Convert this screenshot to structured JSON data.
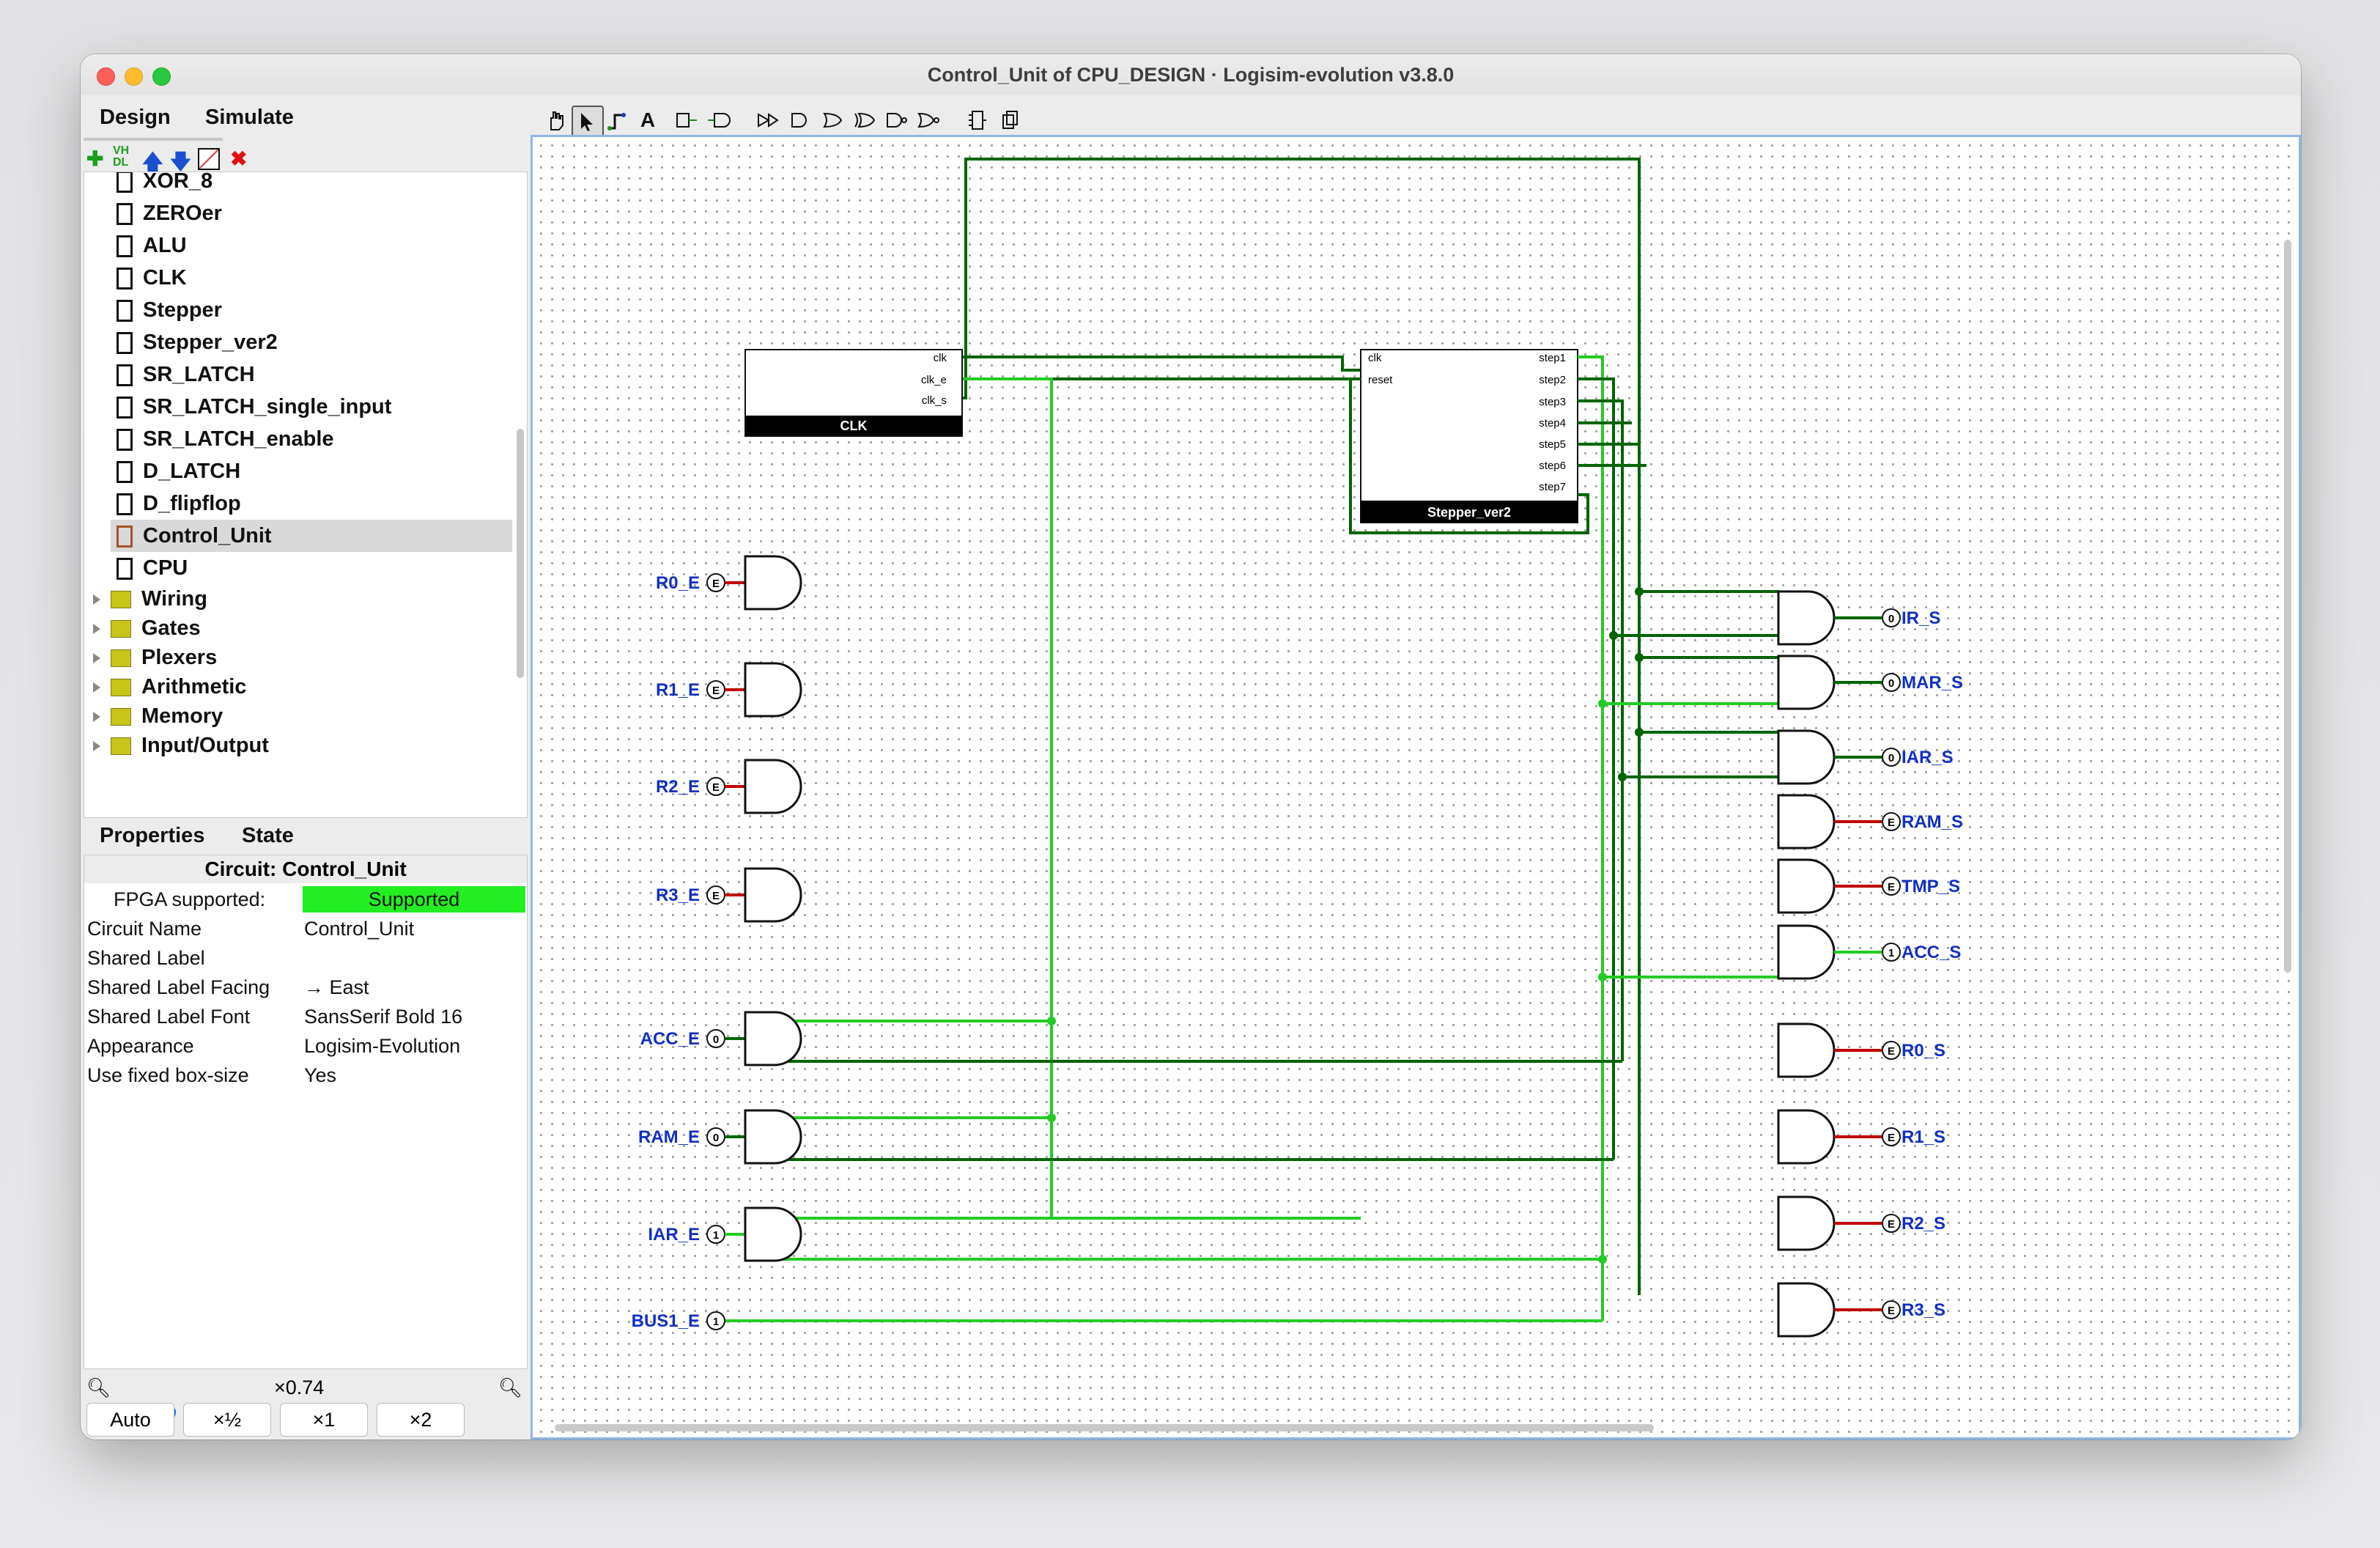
{
  "window": {
    "title": "Control_Unit of CPU_DESIGN · Logisim-evolution v3.8.0"
  },
  "tabs": {
    "design": "Design",
    "simulate": "Simulate"
  },
  "explorer_tools": [
    "add-circuit",
    "add-vhdl",
    "move-up",
    "move-down",
    "edit-appearance",
    "delete-circuit"
  ],
  "tree": {
    "items": [
      {
        "label": "XOR_8",
        "kind": "circuit"
      },
      {
        "label": "ZEROer",
        "kind": "circuit"
      },
      {
        "label": "ALU",
        "kind": "circuit"
      },
      {
        "label": "CLK",
        "kind": "circuit"
      },
      {
        "label": "Stepper",
        "kind": "circuit"
      },
      {
        "label": "Stepper_ver2",
        "kind": "circuit"
      },
      {
        "label": "SR_LATCH",
        "kind": "circuit"
      },
      {
        "label": "SR_LATCH_single_input",
        "kind": "circuit"
      },
      {
        "label": "SR_LATCH_enable",
        "kind": "circuit"
      },
      {
        "label": "D_LATCH",
        "kind": "circuit"
      },
      {
        "label": "D_flipflop",
        "kind": "circuit"
      },
      {
        "label": "Control_Unit",
        "kind": "circuit",
        "selected": true
      },
      {
        "label": "CPU",
        "kind": "circuit"
      },
      {
        "label": "Wiring",
        "kind": "library"
      },
      {
        "label": "Gates",
        "kind": "library"
      },
      {
        "label": "Plexers",
        "kind": "library"
      },
      {
        "label": "Arithmetic",
        "kind": "library"
      },
      {
        "label": "Memory",
        "kind": "library"
      },
      {
        "label": "Input/Output",
        "kind": "library"
      }
    ]
  },
  "properties": {
    "tab_properties": "Properties",
    "tab_state": "State",
    "title": "Circuit: Control_Unit",
    "rows": [
      {
        "key": "FPGA supported:",
        "value": "Supported"
      },
      {
        "key": "Circuit Name",
        "value": "Control_Unit"
      },
      {
        "key": "Shared Label",
        "value": ""
      },
      {
        "key": "Shared Label Facing",
        "value": "→ East"
      },
      {
        "key": "Shared Label Font",
        "value": "SansSerif Bold 16"
      },
      {
        "key": "Appearance",
        "value": "Logisim-Evolution"
      },
      {
        "key": "Use fixed box-size",
        "value": "Yes"
      }
    ]
  },
  "zoom": {
    "level": "×0.74",
    "buttons": [
      "Auto",
      "×½",
      "×1",
      "×2"
    ]
  },
  "circuit": {
    "clk_block": {
      "name": "CLK",
      "pins": [
        "clk",
        "clk_e",
        "clk_s"
      ]
    },
    "stepper_block": {
      "name": "Stepper_ver2",
      "left_pins": [
        "clk",
        "reset"
      ],
      "right_pins": [
        "step1",
        "step2",
        "step3",
        "step4",
        "step5",
        "step6",
        "step7"
      ]
    },
    "enable_inputs": [
      {
        "label": "R0_E",
        "state": "E"
      },
      {
        "label": "R1_E",
        "state": "E"
      },
      {
        "label": "R2_E",
        "state": "E"
      },
      {
        "label": "R3_E",
        "state": "E"
      },
      {
        "label": "ACC_E",
        "state": "0"
      },
      {
        "label": "RAM_E",
        "state": "0"
      },
      {
        "label": "IAR_E",
        "state": "1"
      },
      {
        "label": "BUS1_E",
        "state": "1"
      }
    ],
    "set_outputs": [
      {
        "label": "IR_S",
        "state": "0"
      },
      {
        "label": "MAR_S",
        "state": "0"
      },
      {
        "label": "IAR_S",
        "state": "0"
      },
      {
        "label": "RAM_S",
        "state": "E"
      },
      {
        "label": "TMP_S",
        "state": "E"
      },
      {
        "label": "ACC_S",
        "state": "1"
      },
      {
        "label": "R0_S",
        "state": "E"
      },
      {
        "label": "R1_S",
        "state": "E"
      },
      {
        "label": "R2_S",
        "state": "E"
      },
      {
        "label": "R3_S",
        "state": "E"
      }
    ],
    "colors": {
      "wire_dark": "#006400",
      "wire_bright": "#22cc22",
      "wire_error": "#c00000",
      "label": "#1030c0"
    }
  }
}
